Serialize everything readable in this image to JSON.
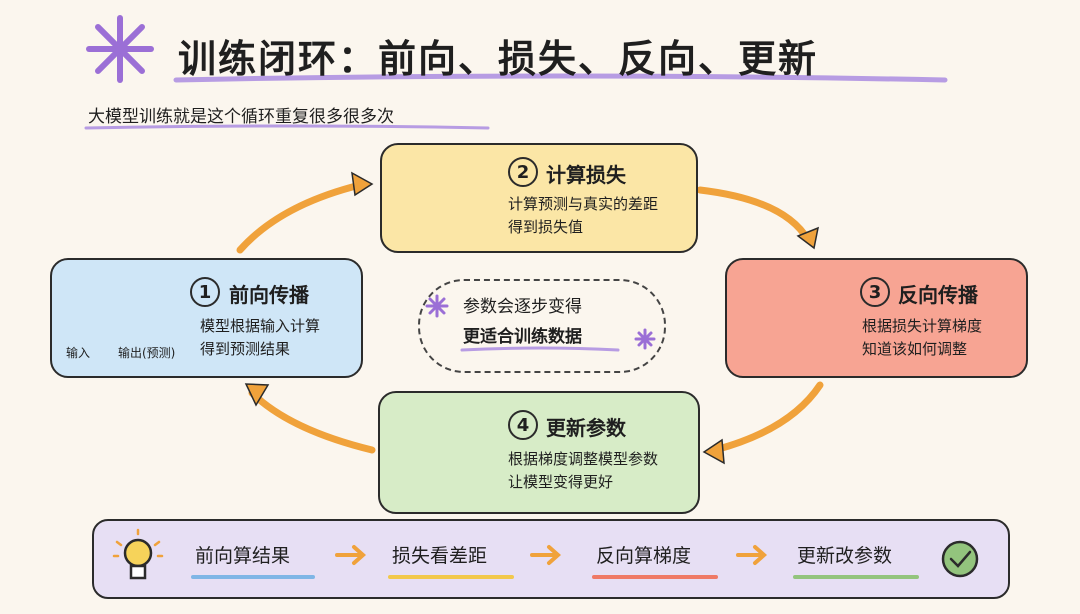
{
  "header": {
    "title": "训练闭环：前向、损失、反向、更新",
    "subtitle": "大模型训练就是这个循环重复很多很多次"
  },
  "steps": [
    {
      "number": "1",
      "title": "前向传播",
      "desc_lines": [
        "模型根据输入计算",
        "得到预测结果"
      ],
      "color": "#cfe6f7"
    },
    {
      "number": "2",
      "title": "计算损失",
      "desc_lines": [
        "计算预测与真实的差距",
        "得到损失值"
      ],
      "color": "#fbe6a6"
    },
    {
      "number": "3",
      "title": "反向传播",
      "desc_lines": [
        "根据损失计算梯度",
        "知道该如何调整"
      ],
      "color": "#f7a493"
    },
    {
      "number": "4",
      "title": "更新参数",
      "desc_lines": [
        "根据梯度调整模型参数",
        "让模型变得更好"
      ],
      "color": "#d7ecc7"
    }
  ],
  "forward_icon": {
    "input_label": "输入",
    "output_label": "输出(预测)"
  },
  "center_note": {
    "line1": "参数会逐步变得",
    "line2": "更适合训练数据"
  },
  "summary": {
    "items": [
      "前向算结果",
      "损失看差距",
      "反向算梯度",
      "更新改参数"
    ],
    "underline_colors": [
      "#7fb6e6",
      "#f2c84b",
      "#ef7a66",
      "#93c47d"
    ]
  },
  "colors": {
    "arrow": "#f0a23b",
    "accent": "#9b6fd6"
  }
}
